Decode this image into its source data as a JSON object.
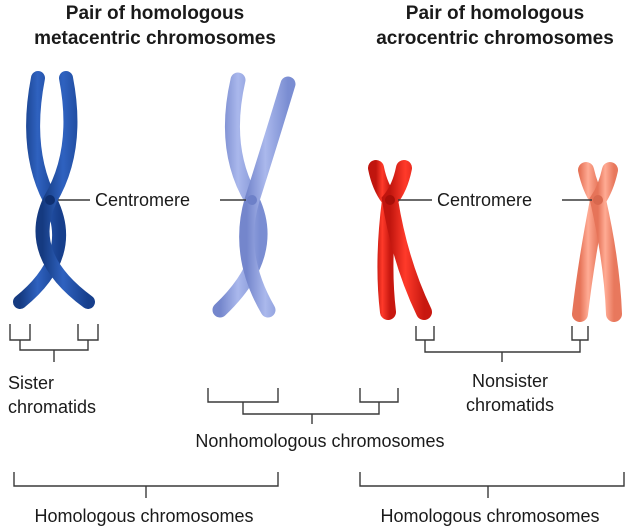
{
  "titles": {
    "left_line1": "Pair of homologous",
    "left_line2": "metacentric chromosomes",
    "right_line1": "Pair of homologous",
    "right_line2": "acrocentric chromosomes"
  },
  "labels": {
    "centromere_left": "Centromere",
    "centromere_right": "Centromere",
    "sister_line1": "Sister",
    "sister_line2": "chromatids",
    "nonsister_line1": "Nonsister",
    "nonsister_line2": "chromatids",
    "nonhomologous": "Nonhomologous chromosomes",
    "homologous_left": "Homologous chromosomes",
    "homologous_right": "Homologous chromosomes"
  },
  "colors": {
    "metacentric_dark": "#1f4fa6",
    "metacentric_light": "#8c9fdc",
    "acrocentric_red": "#e8231a",
    "acrocentric_salmon": "#f48b72"
  }
}
